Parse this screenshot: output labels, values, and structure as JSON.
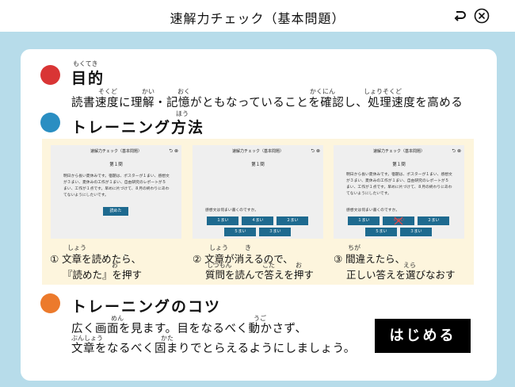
{
  "header": {
    "title": "速解力チェック（基本問題）",
    "back_icon": "return-arrow-icon",
    "close_icon": "close-circle-icon"
  },
  "colors": {
    "background": "#b7dcea",
    "red_dot": "#d93535",
    "blue_dot": "#2a8ec2",
    "orange_dot": "#ec7a2c",
    "training_bg": "#fdf5dd",
    "thumb_button": "#1e6a8f",
    "start_button": "#000000"
  },
  "purpose": {
    "heading": "目的",
    "heading_ruby": "もくてき",
    "text": "読書速度に理解・記憶がともなっていることを確認し、処理速度を高める",
    "ruby": {
      "sokudo": "そくど",
      "kai": "かい",
      "oku": "おく",
      "kakunin": "かくにん",
      "shorisokudo": "しょりそくど"
    }
  },
  "training": {
    "heading": "トレーニング方法",
    "heading_ruby": "ほう",
    "thumbs": [
      {
        "title": "速解力チェック（基本問題）",
        "icons": "⮌ ⊗",
        "question": "第１問",
        "text": "明日から長い夏休みです。宿題は、ポスターが１まい、感想文が３まい、夏休みの工作が１まい、自由研究のレポートが５まい、工作が１点です。早めに片づけて、８月の終わりにあわてないようにしたいです。",
        "read_button": "読めた"
      },
      {
        "title": "速解力チェック（基本問題）",
        "icons": "⮌ ⊗",
        "question": "第１問",
        "prompt": "感想文は何まい書くのですか。",
        "options": [
          "１まい",
          "４まい",
          "２まい",
          "５まい",
          "３まい"
        ]
      },
      {
        "title": "速解力チェック（基本問題）",
        "icons": "⮌ ⊗",
        "question": "第１問",
        "text": "明日から長い夏休みです。宿題は、ポスターが１まい、感想文が３まい、夏休みの工作が１まい、自由研究のレポートが５まい、工作が１点です。早めに片づけて、８月の終わりにあわてないようにしたいです。",
        "prompt": "感想文は何まい書くのですか。",
        "options": [
          "１まい",
          "４まい",
          "２まい",
          "５まい",
          "３まい"
        ]
      }
    ],
    "steps": [
      {
        "line1": "① 文章を読めたら、",
        "line2": "『読めた』を押す",
        "ruby1": "しょう",
        "ruby2": "お"
      },
      {
        "line1": "② 文章が消えるので、",
        "line2": "質問を読んで答えを押す",
        "ruby1": "しょう",
        "ruby1b": "き",
        "ruby2": "しつもん",
        "ruby2b": "こた",
        "ruby2c": "お"
      },
      {
        "line1": "③ 間違えたら、",
        "line2": "正しい答えを選びなおす",
        "ruby1": "ちが",
        "ruby2": "えら"
      }
    ]
  },
  "tips": {
    "heading": "トレーニングのコツ",
    "line1": "広く画面を見ます。目をなるべく動かさず、",
    "line2": "文章をなるべく固まりでとらえるようにしましょう。",
    "ruby_men": "めん",
    "ruby_ugo": "うご",
    "ruby_bunsho": "ぶんしょう",
    "ruby_kata": "かた"
  },
  "start_button": {
    "label": "はじめる"
  }
}
